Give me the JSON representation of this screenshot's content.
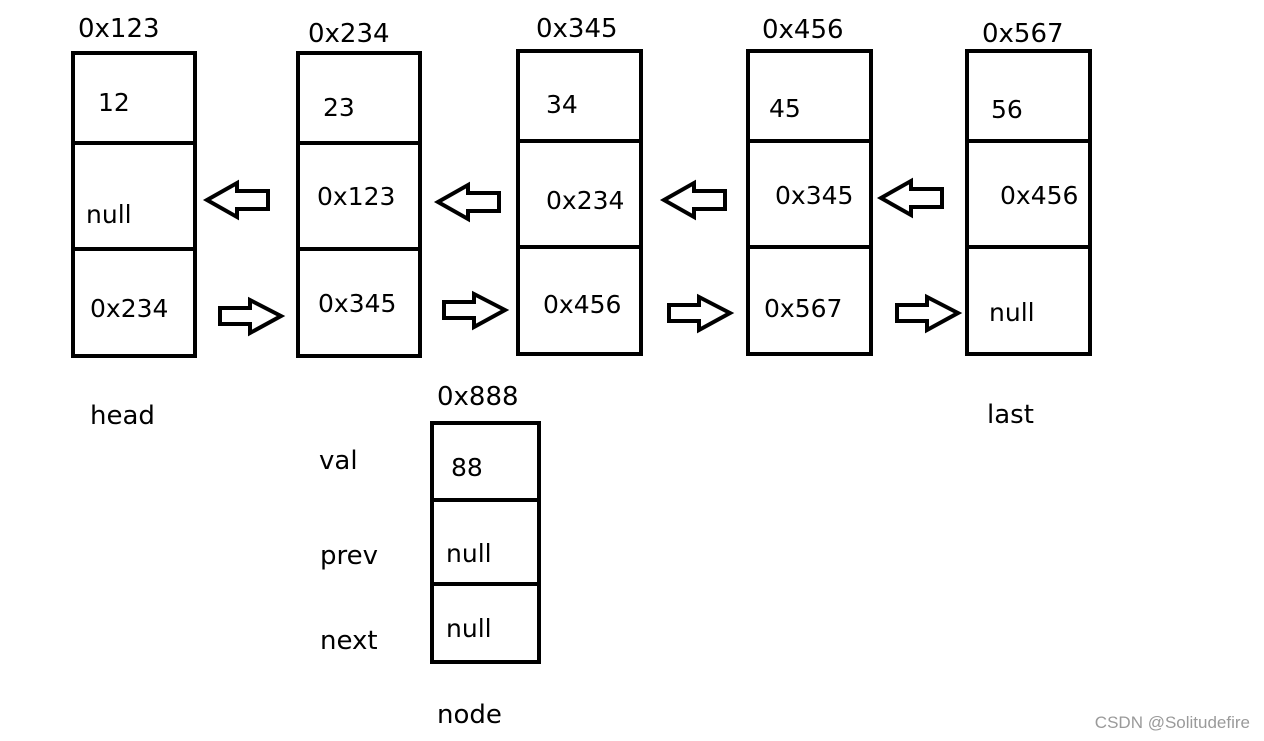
{
  "nodes": [
    {
      "addr": "0x123",
      "val": "12",
      "prev": "null",
      "next": "0x234"
    },
    {
      "addr": "0x234",
      "val": "23",
      "prev": "0x123",
      "next": "0x345"
    },
    {
      "addr": "0x345",
      "val": "34",
      "prev": "0x234",
      "next": "0x456"
    },
    {
      "addr": "0x456",
      "val": "45",
      "prev": "0x345",
      "next": "0x567"
    },
    {
      "addr": "0x567",
      "val": "56",
      "prev": "0x456",
      "next": "null"
    }
  ],
  "labels": {
    "head": "head",
    "last": "last"
  },
  "new_node": {
    "addr": "0x888",
    "val": "88",
    "prev": "null",
    "next": "null",
    "field_labels": {
      "val": "val",
      "prev": "prev",
      "next": "next"
    },
    "caption": "node"
  },
  "watermark": "CSDN @Solitudefire"
}
